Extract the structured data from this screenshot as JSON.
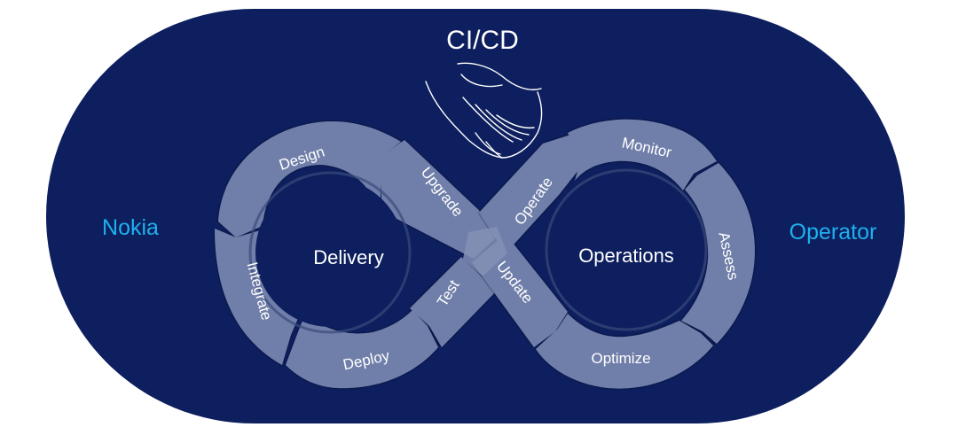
{
  "title": "CI/CD",
  "left_party": "Nokia",
  "right_party": "Operator",
  "loops": {
    "delivery": {
      "center_label": "Delivery",
      "stages": {
        "design": "Design",
        "integrate": "Integrate",
        "deploy": "Deploy",
        "test": "Test",
        "upgrade": "Upgrade"
      }
    },
    "operations": {
      "center_label": "Operations",
      "stages": {
        "operate": "Operate",
        "monitor": "Monitor",
        "assess": "Assess",
        "optimize": "Optimize",
        "update": "Update"
      }
    }
  },
  "icons": {
    "handshake": "handshake-icon"
  },
  "colors": {
    "background": "#0d1f5e",
    "segment": "#6f7fa9",
    "segment_light": "#8290b6",
    "party_label": "#1fb0ee",
    "text": "#ffffff"
  }
}
